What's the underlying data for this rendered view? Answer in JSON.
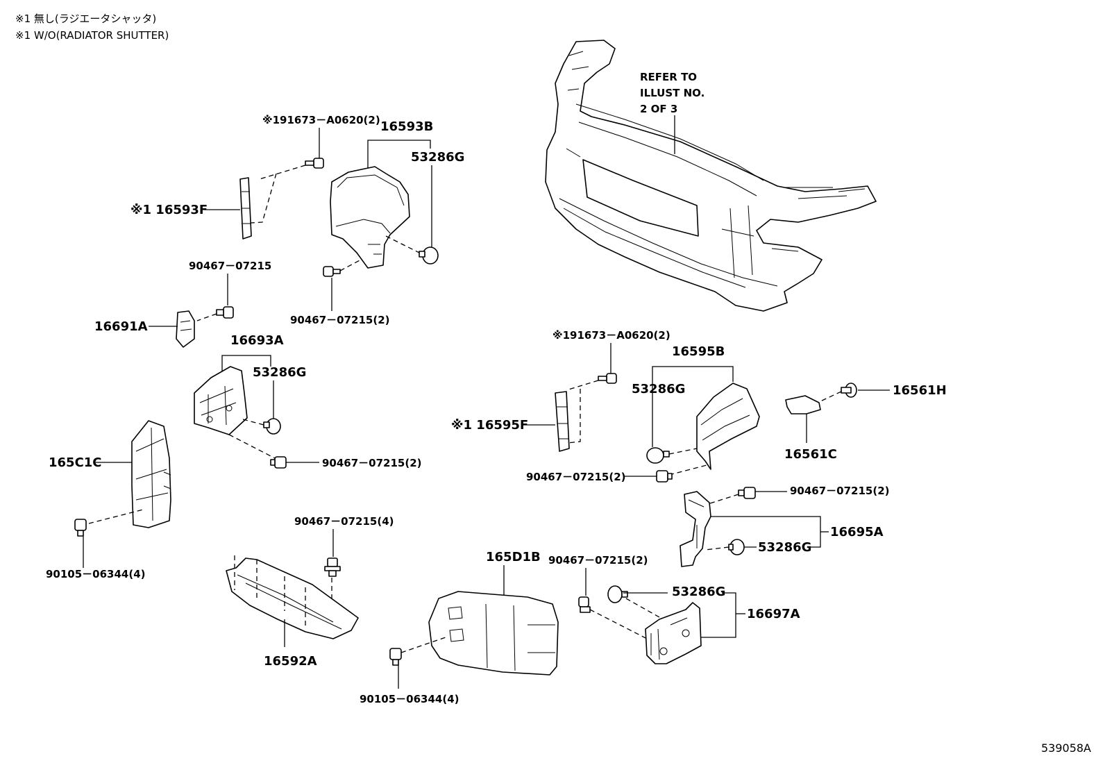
{
  "notes": {
    "line1": "※1 無し(ラジエータシャッタ)",
    "line2": "※1 W/O(RADIATOR SHUTTER)"
  },
  "refer": {
    "line1": "REFER TO",
    "line2": "ILLUST NO.",
    "line3": "2 OF 3"
  },
  "labels": {
    "p91673_a": "※191673－A0620(2)",
    "p16593B": "16593B",
    "p53286G_a": "53286G",
    "p16593F": "※1 16593F",
    "p90467_a": "90467－07215",
    "p16691A": "16691A",
    "p90467_b": "90467－07215(2)",
    "p16693A": "16693A",
    "p53286G_b": "53286G",
    "p165C1C": "165C1C",
    "p90467_c": "90467－07215(2)",
    "p90105_a": "90105－06344(4)",
    "p90467_d": "90467－07215(4)",
    "p16592A": "16592A",
    "p165D1B": "165D1B",
    "p90105_b": "90105－06344(4)",
    "p91673_b": "※191673－A0620(2)",
    "p16595B": "16595B",
    "p53286G_c": "53286G",
    "p16595F": "※1 16595F",
    "p90467_e": "90467－07215(2)",
    "p16561H": "16561H",
    "p16561C": "16561C",
    "p90467_f": "90467－07215(2)",
    "p53286G_d": "53286G",
    "p16695A": "16695A",
    "p90467_g": "90467－07215(2)",
    "p53286G_e": "53286G",
    "p16697A": "16697A"
  },
  "illustration_code": "539058A"
}
